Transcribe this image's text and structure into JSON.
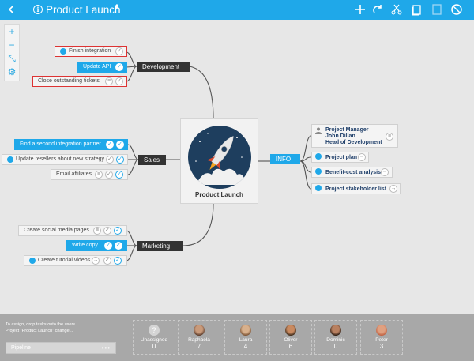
{
  "topbar": {
    "title": "Product Launch",
    "caret": "⬍",
    "icons": [
      "add-icon",
      "undo-icon",
      "scissors-icon",
      "copy-icon",
      "paste-icon",
      "cancel-icon"
    ]
  },
  "zoombar": {
    "zoom_in": "+",
    "zoom_out": "−",
    "fit": "⤡",
    "settings": "⚙"
  },
  "central": {
    "label": "Product Launch"
  },
  "branches": {
    "development": "Development",
    "sales": "Sales",
    "marketing": "Marketing",
    "info": "INFO"
  },
  "tasks": {
    "finish_integration": "Finish integration",
    "update_api": "Update API",
    "close_tickets": "Close outstanding tickets",
    "integration_partner": "Find a second integration partner",
    "update_resellers": "Update resellers about new strategy",
    "email_affiliates": "Email affiliates",
    "social_media": "Create social media pages",
    "write_copy": "Write copy",
    "tutorial_videos": "Create tutorial videos"
  },
  "info": {
    "manager_line1": "Project Manager",
    "manager_line2": "John Dillan",
    "manager_line3": "Head of Development",
    "project_plan": "Project plan",
    "benefit_cost": "Benefit-cost analysis",
    "stakeholder": "Project stakeholder list"
  },
  "bottom": {
    "hint1": "To assign, drop tasks onto the users.",
    "hint2_prefix": "Project \"Product Launch\"",
    "hint2_link": "change...",
    "pipeline": "Pipeline",
    "pipeline_more": "•••"
  },
  "users": [
    {
      "name": "Unassigned",
      "count": "0"
    },
    {
      "name": "Raphaela",
      "count": "7"
    },
    {
      "name": "Laura",
      "count": "4"
    },
    {
      "name": "Oliver",
      "count": "6"
    },
    {
      "name": "Dominic",
      "count": "0"
    },
    {
      "name": "Peter",
      "count": "3"
    }
  ],
  "colors": {
    "accent": "#1fa8e9",
    "dark_label": "#333333",
    "bottombar": "#a8a8a8"
  }
}
